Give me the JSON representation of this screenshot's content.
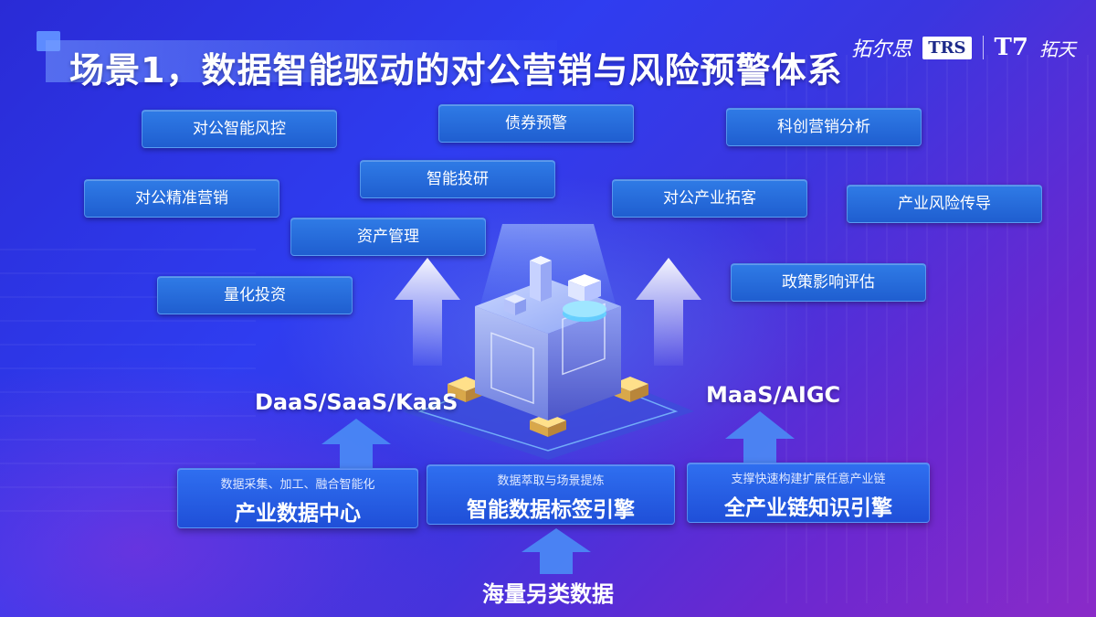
{
  "header": {
    "title": "场景1，数据智能驱动的对公营销与风险预警体系",
    "logo_trs_cn": "拓尔思",
    "logo_trs": "TRS",
    "logo_t7": "T7",
    "logo_tuotian": "拓天"
  },
  "scenarios": [
    "对公智能风控",
    "债券预警",
    "科创营销分析",
    "智能投研",
    "对公精准营销",
    "对公产业拓客",
    "产业风险传导",
    "资产管理",
    "量化投资",
    "政策影响评估"
  ],
  "layers": {
    "left_label": "DaaS/SaaS/KaaS",
    "right_label": "MaaS/AIGC"
  },
  "engines": [
    {
      "subtitle": "数据采集、加工、融合智能化",
      "title": "产业数据中心"
    },
    {
      "subtitle": "数据萃取与场景提炼",
      "title": "智能数据标签引擎"
    },
    {
      "subtitle": "支撑快速构建扩展任意产业链",
      "title": "全产业链知识引擎"
    }
  ],
  "bottom": {
    "label": "海量另类数据"
  },
  "colors": {
    "background": "#2f3df0",
    "scenario_box": "#1f5ed0",
    "engine_box": "#1f4fd8",
    "accent": "#5d8bff"
  }
}
